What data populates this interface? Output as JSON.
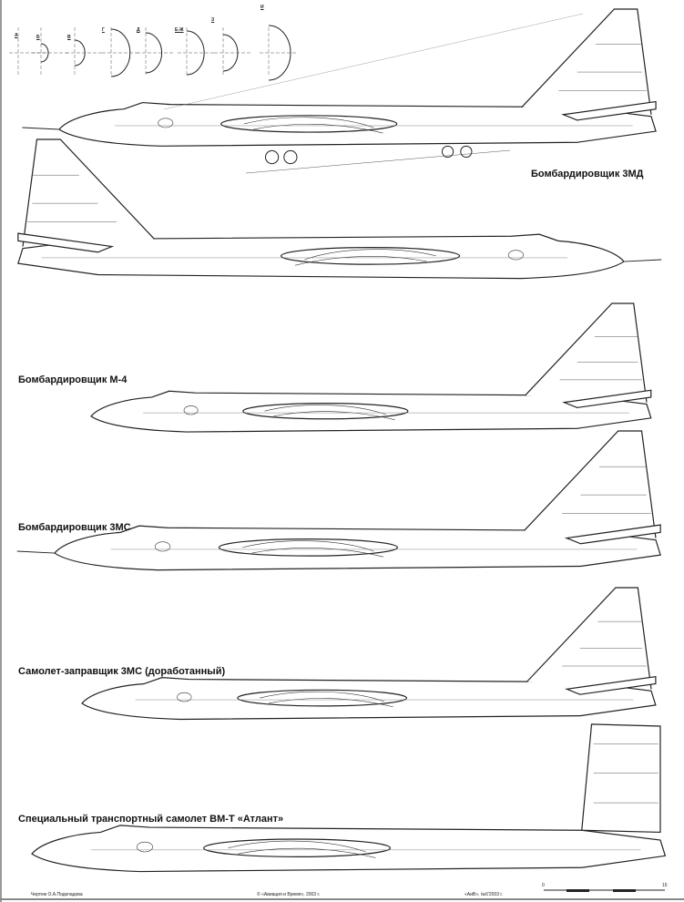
{
  "sections": [
    "А",
    "Б",
    "В",
    "Г",
    "Д",
    "Е-Ж",
    "З",
    "И"
  ],
  "aircraft": [
    {
      "label": "Бомбардировщик 3МД"
    },
    {
      "label": ""
    },
    {
      "label": "Бомбардировщик М-4"
    },
    {
      "label": "Бомбардировщик 3МС"
    },
    {
      "label": "Самолет-заправщик 3МС (доработанный)"
    },
    {
      "label": "Специальный транспортный самолет ВМ-Т «Атлант»"
    }
  ],
  "footer": {
    "author": "Чертеж О.А.Подкладова",
    "copyright": "© «Авиация и Время», 2003 г.",
    "issue": "«АиВ», №6'2003 г."
  },
  "scale": {
    "start": "0",
    "end": "15"
  }
}
